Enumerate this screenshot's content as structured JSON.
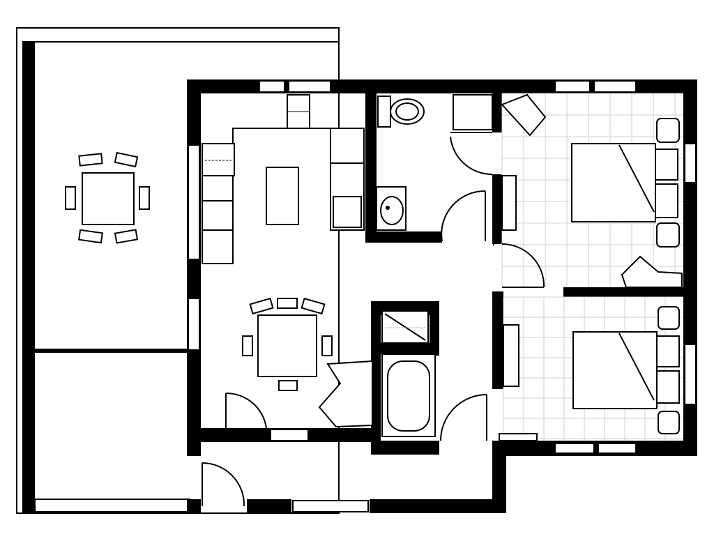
{
  "drawing": {
    "kind": "floor-plan",
    "background": "#ffffff",
    "ink_color": "#000000",
    "floor_tile_color": "#cfcfcf",
    "spaces": [
      "patio",
      "living-dining",
      "kitchen",
      "toilet",
      "bathroom",
      "bedroom-1",
      "bedroom-2",
      "entry"
    ],
    "text_labels": []
  }
}
